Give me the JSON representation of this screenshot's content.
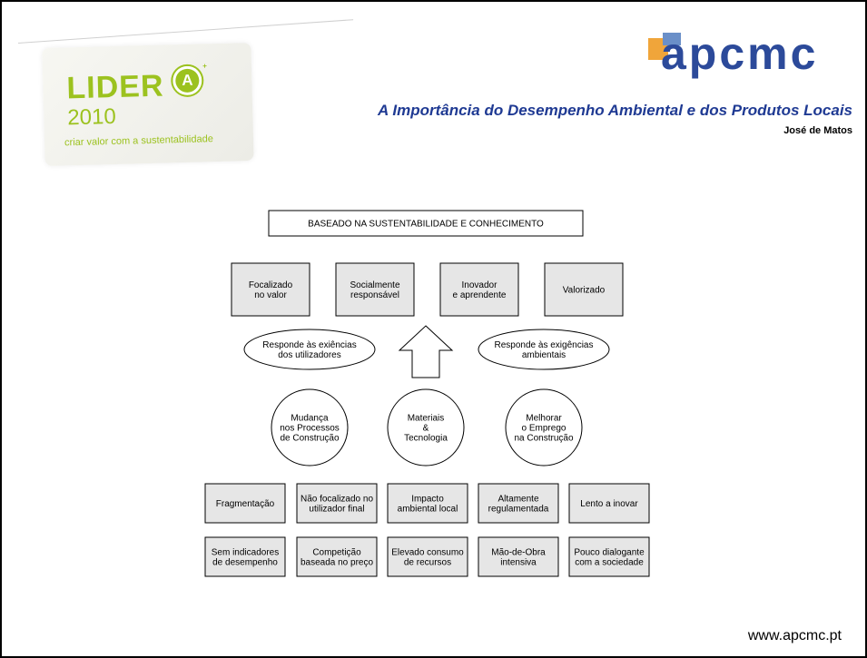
{
  "header": {
    "logo_left": {
      "word": "LIDER",
      "badge": "A",
      "badge_suffix": "+",
      "year": "2010",
      "tagline": "criar valor com a sustentabilidade"
    },
    "logo_right": {
      "word": "apcmc"
    },
    "title": "A Importância do Desempenho Ambiental e dos Produtos Locais",
    "author": "José de Matos"
  },
  "diagram": {
    "top_box": "BASEADO NA SUSTENTABILIDADE E CONHECIMENTO",
    "attribute_boxes": [
      [
        "Focalizado",
        "no valor"
      ],
      [
        "Socialmente",
        "responsável"
      ],
      [
        "Inovador",
        "e aprendente"
      ],
      [
        "Valorizado"
      ]
    ],
    "ellipses": [
      [
        "Responde às exiências",
        "dos utilizadores"
      ],
      [
        "Responde às exigências",
        "ambientais"
      ]
    ],
    "circles": [
      [
        "Mudança",
        "nos Processos",
        "de Construção"
      ],
      [
        "Materiais",
        "&",
        "Tecnologia"
      ],
      [
        "Melhorar",
        "o Emprego",
        "na Construção"
      ]
    ],
    "problem_rows": [
      [
        [
          "Fragmentação"
        ],
        [
          "Não focalizado no",
          "utilizador final"
        ],
        [
          "Impacto",
          "ambiental local"
        ],
        [
          "Altamente",
          "regulamentada"
        ],
        [
          "Lento a inovar"
        ]
      ],
      [
        [
          "Sem indicadores",
          "de desempenho"
        ],
        [
          "Competição",
          "baseada no preço"
        ],
        [
          "Elevado consumo",
          "de recursos"
        ],
        [
          "Mão-de-Obra",
          "intensiva"
        ],
        [
          "Pouco dialogante",
          "com a sociedade"
        ]
      ]
    ]
  },
  "footer": {
    "url": "www.apcmc.pt"
  },
  "colors": {
    "box_fill": "#e6e6e6",
    "title_blue": "#1f3a93",
    "lider_green": "#9cc21f",
    "apcmc_blue": "#2c4a9a",
    "apcmc_orange": "#f0a53a"
  }
}
